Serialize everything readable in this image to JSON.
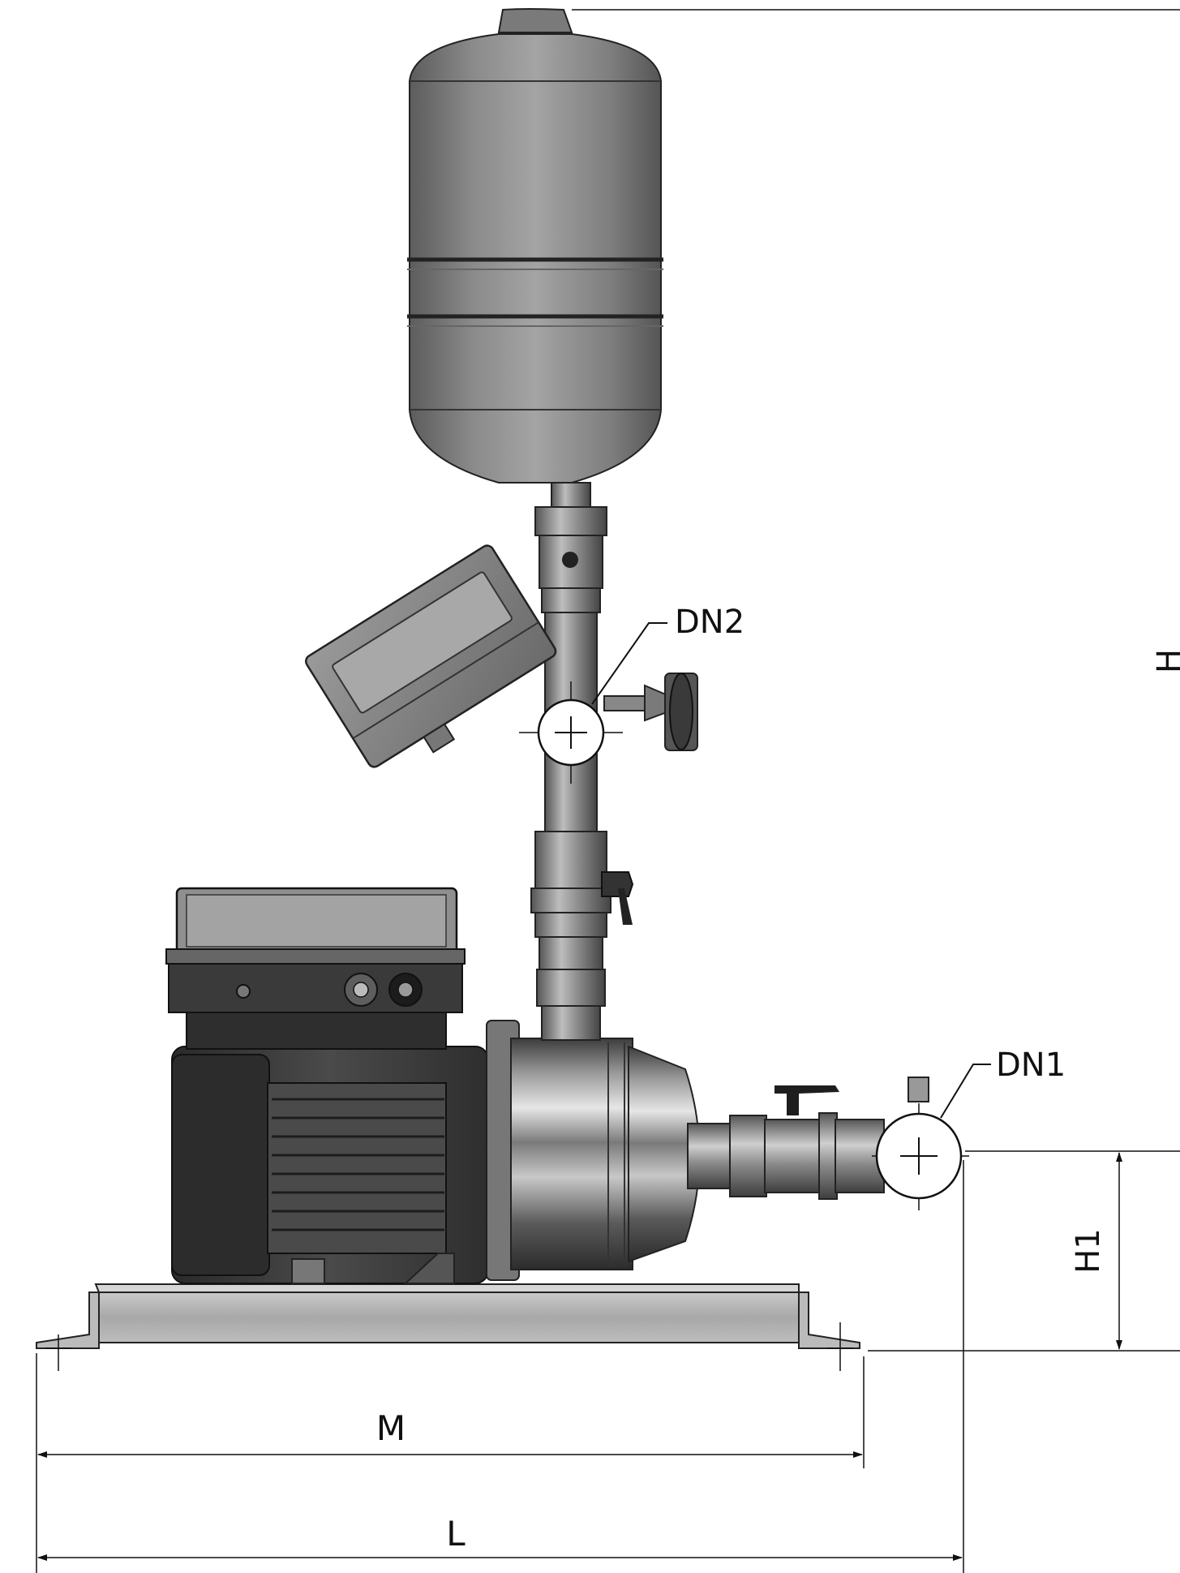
{
  "labels": {
    "dn2": "DN2",
    "dn1": "DN1",
    "h": "H",
    "h1": "H1",
    "m": "M",
    "l": "L"
  }
}
